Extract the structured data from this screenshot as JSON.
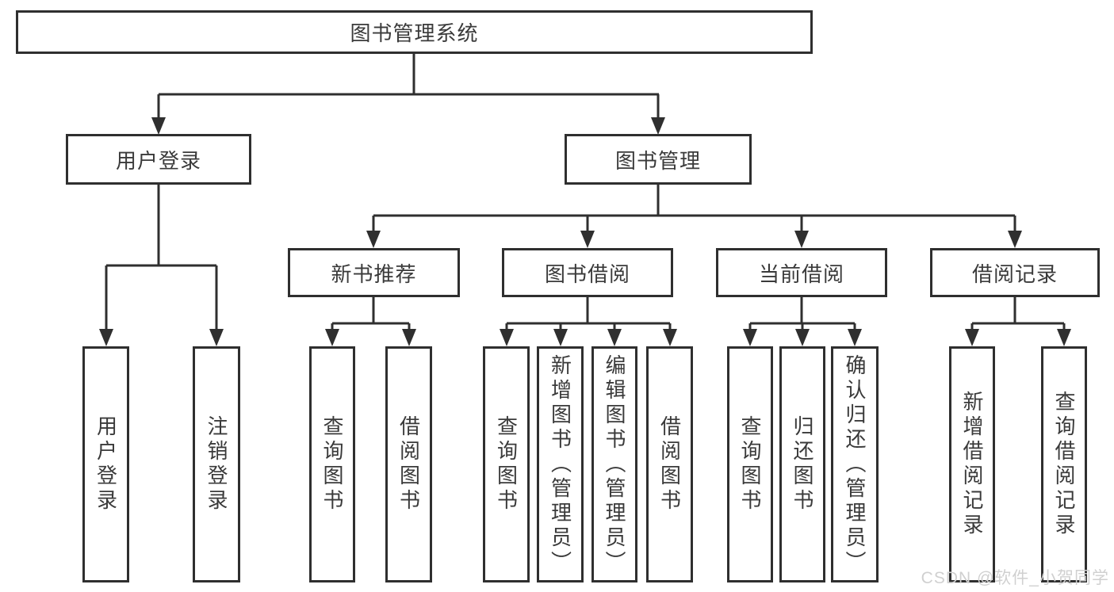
{
  "tree": {
    "label": "图书管理系统",
    "children": [
      {
        "label": "用户登录",
        "children": [
          {
            "label": "用户登录"
          },
          {
            "label": "注销登录"
          }
        ]
      },
      {
        "label": "图书管理",
        "children": [
          {
            "label": "新书推荐",
            "children": [
              {
                "label": "查询图书"
              },
              {
                "label": "借阅图书"
              }
            ]
          },
          {
            "label": "图书借阅",
            "children": [
              {
                "label": "查询图书"
              },
              {
                "label": "新增图书（管理员）"
              },
              {
                "label": "编辑图书（管理员）"
              },
              {
                "label": "借阅图书"
              }
            ]
          },
          {
            "label": "当前借阅",
            "children": [
              {
                "label": "查询图书"
              },
              {
                "label": "归还图书"
              },
              {
                "label": "确认归还（管理员）"
              }
            ]
          },
          {
            "label": "借阅记录",
            "children": [
              {
                "label": "新增借阅记录"
              },
              {
                "label": "查询借阅记录"
              }
            ]
          }
        ]
      }
    ]
  },
  "watermark": {
    "text": "CSDN @软件_小贺同学"
  },
  "colors": {
    "line": "#2f2f2f",
    "text": "#3a3a3a",
    "background": "#ffffff",
    "watermark": "#d0d0d0"
  }
}
